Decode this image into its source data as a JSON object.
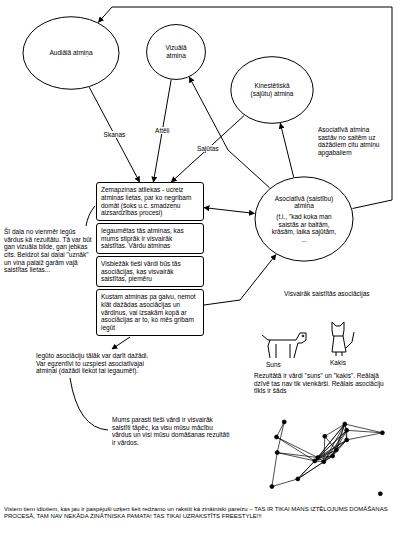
{
  "diagram": {
    "nodes": [
      {
        "text": [
          "Audiālā atmiņa"
        ]
      },
      {
        "text": [
          "Vizuālā atmiņa"
        ]
      },
      {
        "text": [
          "Kinestētiskā (sajūtu) atmiņa"
        ]
      },
      {
        "text": [
          "Zemapziņas atliekas - ucreiz atmiņas lietas, par ko negribam domāt (šoks u.c. smadzeņu aizsardzības procesi)"
        ]
      },
      {
        "text": [
          "Iegaumētas tās atmiņas, kas mums stiprāk ir visvairāk saistītas. Vārdu atmiņas"
        ]
      },
      {
        "text": [
          "Visbiežāk tieši vārdi būs tās asociācijas, kas visvairāk saistītas, piemēru"
        ]
      },
      {
        "text": [
          "Kustam atmiņas pa galvu, ņemot klāt dažādas asociācijas un vārdiņus, vai izsakām kopā ar asociācijas ar to, ko mēs gribam iegūt"
        ]
      },
      {
        "text": [
          "Asociatīvā (saistību) atmiņa",
          "(t.i., \"kad koka man saistās ar baltām, krāsām, laika sajūtām, ..."
        ]
      }
    ],
    "edges": [
      {
        "from": 0,
        "to": 3,
        "label": "Skaņas",
        "arrow": "to"
      },
      {
        "from": 1,
        "to": 3,
        "label": "Attēli",
        "arrow": "to"
      },
      {
        "from": 2,
        "to": 3,
        "label": "Sajūtas",
        "arrow": "to"
      },
      {
        "from": 3,
        "to": 7,
        "arrow": "both"
      },
      {
        "from": 7,
        "to": 0,
        "arrow": "to"
      },
      {
        "from": 7,
        "to": 1,
        "arrow": "to"
      },
      {
        "from": 7,
        "to": 2,
        "arrow": "to"
      },
      {
        "from": 6,
        "to": 7,
        "arrow": "to"
      }
    ],
    "labels": [
      "Asociatīvā atmiņa sastāv no saitēm uz dažādiem citu atmiņu apgabaliem",
      "Šī daļa no vienmēr iegūs vārdus kā rezultātu. Tā var būt gan vizuāla bilde, gan jebkas cits. Beidzot šai daļai \"uznāk\" un viņa palaiž garām vajā saistītas lietas...",
      "Visvairāk saistītās asociācijas",
      "Suns",
      "Kaķis",
      "Rezultātā ir vārdi \"suns\" un \"kaķis\". Reālajā dzīvē tas nav tik vienkārši. Reālais asociāciju tīkls ir šāds",
      "Iegūto asociāciju tālāk var darīt dažādi. Var egzentīvi to uzspiest asociatīvajai atmiņai (dažādi liekot tai iegaumēt).",
      "Mums parasti tieši vārdi ir visvairāk saistīti tāpēc, ka visu mūsu mācību vārdus un visi mūsu domāšanas rezultāti ir vārdos.",
      "Visiem tiem idiotiem, kas jau ir paspējuši uzķert šeit redzamo un rakstīt kā zinātniski pareizu – TAS IR TIKAI MANS IZTĒLOJUMS DOMĀŠANAS PROCESĀ, TAM NAV NEKĀDA ZINĀTNISKA PAMATA! TAS TIKAI UZRAKSTĪTS FREESTYLE!!!"
    ]
  }
}
